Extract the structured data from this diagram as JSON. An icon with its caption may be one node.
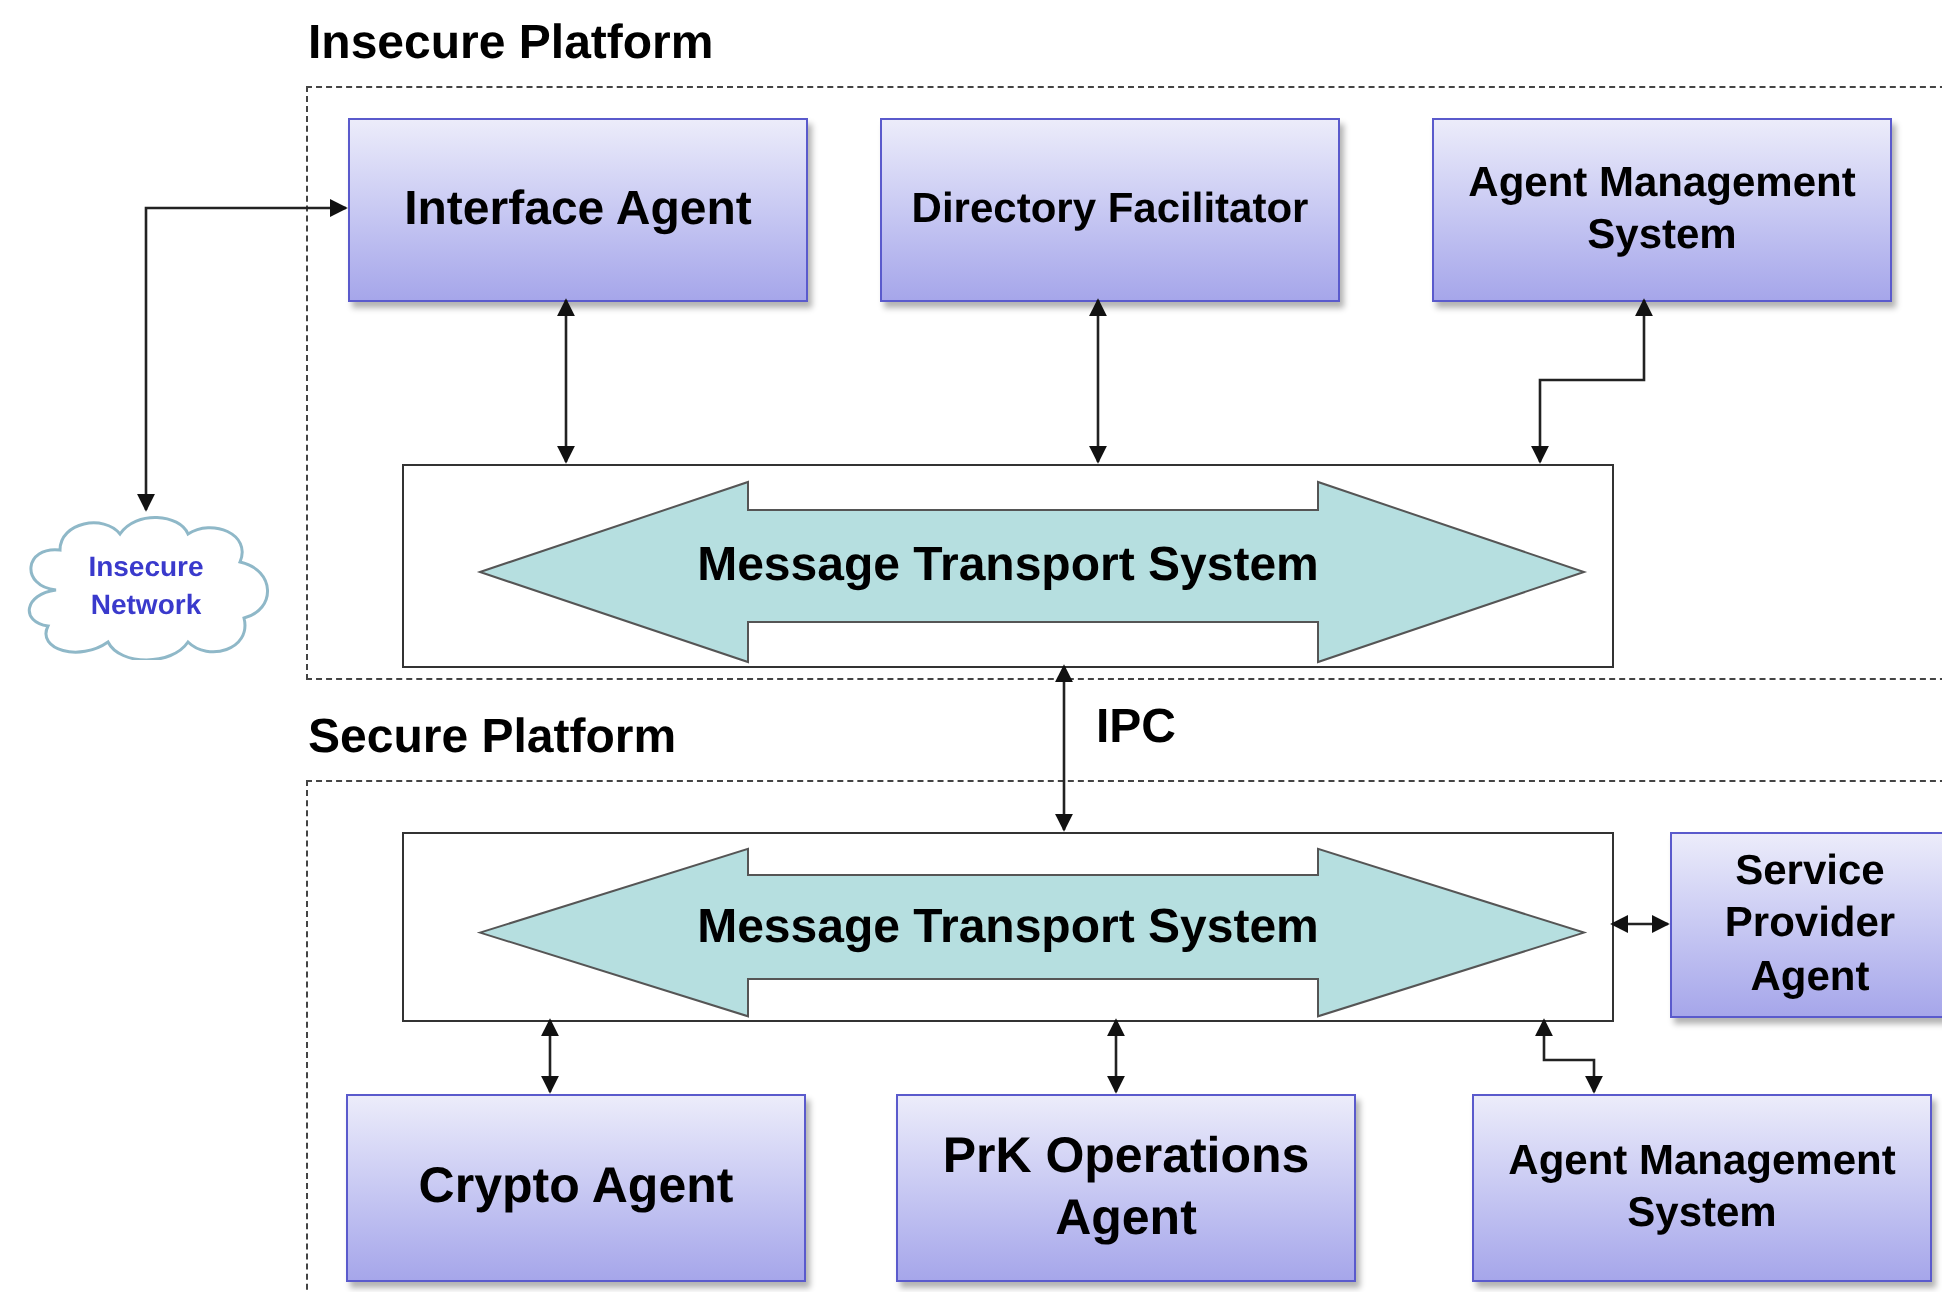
{
  "diagram": {
    "nodes": [
      {
        "text": [
          "Insecure Platform"
        ]
      },
      {
        "text": [
          "Interface Agent"
        ],
        "in": 0
      },
      {
        "text": [
          "Directory Facilitator"
        ],
        "in": 0
      },
      {
        "text": [
          "Agent Management System"
        ],
        "in": 0
      },
      {
        "text": [
          "Message Transport System"
        ],
        "in": 0
      },
      {
        "text": [
          "Insecure Network"
        ]
      },
      {
        "text": [
          "Secure Platform"
        ]
      },
      {
        "text": [
          "Message Transport System"
        ],
        "in": 6
      },
      {
        "text": [
          "Service Provider Agent"
        ],
        "in": 6
      },
      {
        "text": [
          "Crypto Agent"
        ],
        "in": 6
      },
      {
        "text": [
          "PrK Operations Agent"
        ],
        "in": 6
      },
      {
        "text": [
          "Agent Management System"
        ],
        "in": 6
      }
    ],
    "edges": [
      {
        "from": 1,
        "to": 5,
        "arrow": "both"
      },
      {
        "from": 1,
        "to": 4,
        "arrow": "both"
      },
      {
        "from": 2,
        "to": 4,
        "arrow": "both"
      },
      {
        "from": 3,
        "to": 4,
        "arrow": "both"
      },
      {
        "from": 4,
        "to": 7,
        "arrow": "both",
        "label": "IPC"
      },
      {
        "from": 7,
        "to": 8,
        "arrow": "both"
      },
      {
        "from": 7,
        "to": 9,
        "arrow": "both"
      },
      {
        "from": 7,
        "to": 10,
        "arrow": "both"
      },
      {
        "from": 7,
        "to": 11,
        "arrow": "both"
      }
    ]
  }
}
